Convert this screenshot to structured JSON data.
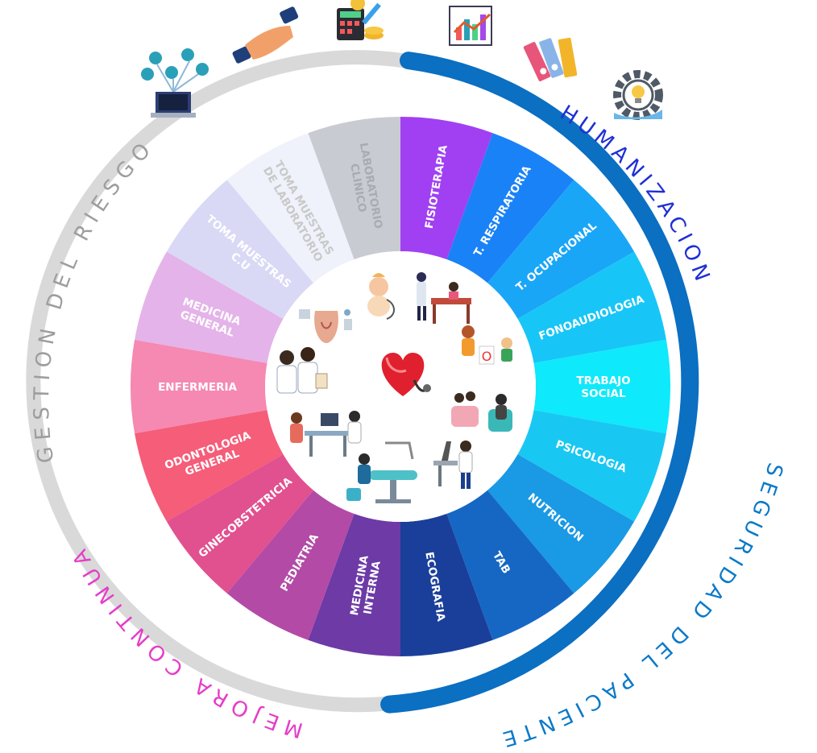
{
  "segments": [
    {
      "label": "FISIOTERAPIA",
      "color": "#a040f2",
      "text_color": "#ffffff"
    },
    {
      "label": "T. RESPIRATORIA",
      "color": "#1a82f7",
      "text_color": "#ffffff"
    },
    {
      "label": "T. OCUPACIONAL",
      "color": "#1aa6f7",
      "text_color": "#ffffff"
    },
    {
      "label": "FONOAUDIOLOGIA",
      "color": "#17c6f6",
      "text_color": "#ffffff"
    },
    {
      "label": "TRABAJO SOCIAL",
      "color": "#0ee9fb",
      "text_color": "#ffffff"
    },
    {
      "label": "PSICOLOGIA",
      "color": "#18c8f2",
      "text_color": "#ffffff"
    },
    {
      "label": "NUTRICION",
      "color": "#1a99e4",
      "text_color": "#ffffff"
    },
    {
      "label": "TAB",
      "color": "#1667c4",
      "text_color": "#ffffff"
    },
    {
      "label": "ECOGRAFIA",
      "color": "#1a3f9a",
      "text_color": "#ffffff"
    },
    {
      "label": "MEDICINA INTERNA",
      "color": "#6d3aa6",
      "text_color": "#ffffff"
    },
    {
      "label": "PEDIATRIA",
      "color": "#b34aa6",
      "text_color": "#ffffff"
    },
    {
      "label": "GINECOBSTETRICIA",
      "color": "#e1508f",
      "text_color": "#ffffff"
    },
    {
      "label": "ODONTOLOGIA GENERAL",
      "color": "#f55d78",
      "text_color": "#ffffff"
    },
    {
      "label": "ENFERMERIA",
      "color": "#f589b2",
      "text_color": "#ffffff"
    },
    {
      "label": "MEDICINA GENERAL",
      "color": "#e4b3e9",
      "text_color": "#ffffff"
    },
    {
      "label": "TOMA MUESTRAS C.U",
      "color": "#d9d9f6",
      "text_color": "#ffffff"
    },
    {
      "label": "TOMA MUESTRAS DE LABORATORIO",
      "color": "#eff2fb",
      "text_color": "#c9c9c9"
    },
    {
      "label": "LABORATORIO CLINICO",
      "color": "#c9cbd2",
      "text_color": "#a9abb3"
    }
  ],
  "ring_labels": {
    "humanizacion": "HUMANIZACION",
    "seguridad": "SEGURIDAD DEL PACIENTE",
    "mejora": "MEJORA CONTINUA",
    "gestion": "GESTION DEL RIESGO"
  },
  "colors": {
    "blue_arc": "#0b6fc2",
    "gray_arc": "#d9d9d9",
    "humanizacion": "#1f2fd4",
    "seguridad": "#0b79c8",
    "mejora": "#e53dc8",
    "gestion": "#9d9d9d"
  },
  "icons": [
    "laptop-network-icon",
    "handshake-icon",
    "budget-calculator-icon",
    "bar-chart-icon",
    "binders-icon",
    "innovation-gear-icon"
  ]
}
